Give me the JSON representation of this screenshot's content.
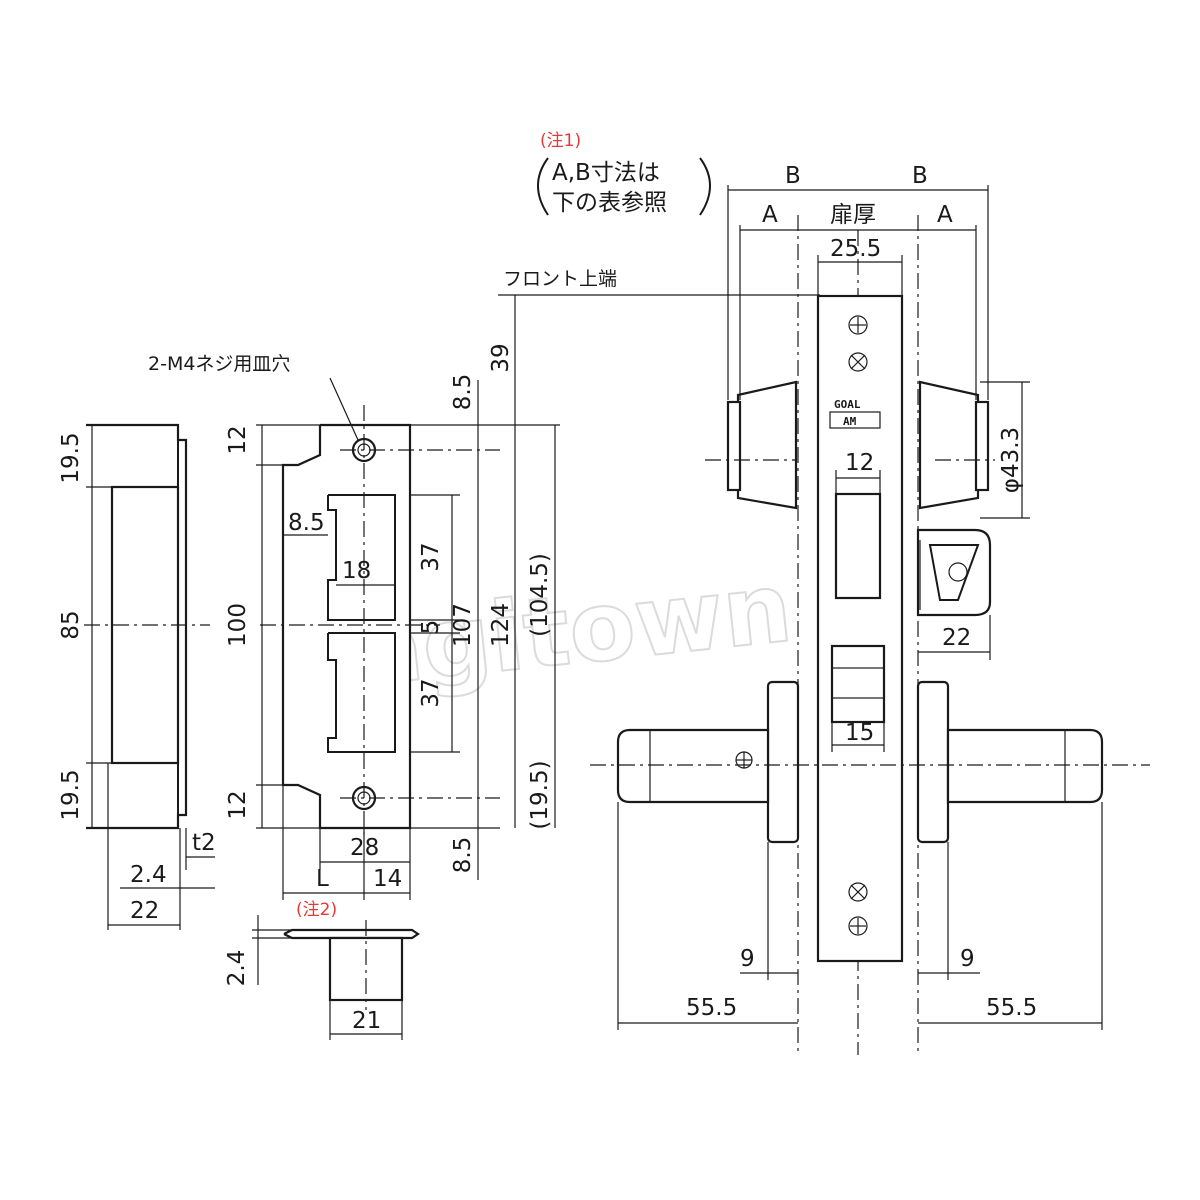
{
  "notes": {
    "note1": "(注1)",
    "note2": "(注2)",
    "ab_line1": "A,B寸法は",
    "ab_line2": "下の表参照"
  },
  "labels": {
    "screw_holes": "2-M4ネジ用皿穴",
    "front_top": "フロント上端",
    "door_thickness": "扉厚",
    "A": "A",
    "B": "B",
    "L": "L",
    "t2": "t2",
    "phi": "φ43.3"
  },
  "dimensions": {
    "d19_5": "19.5",
    "d85": "85",
    "d2_4": "2.4",
    "d22": "22",
    "d12": "12",
    "d100": "100",
    "d8_5": "8.5",
    "d18": "18",
    "d37": "37",
    "d5": "5",
    "d107": "107",
    "d124": "124",
    "d104_5p": "(104.5)",
    "d19_5p": "(19.5)",
    "d39": "39",
    "d28": "28",
    "d14": "14",
    "d21": "21",
    "d25_5": "25.5",
    "d15": "15",
    "d9": "9",
    "d55_5": "55.5"
  },
  "logo": {
    "line1": "GOAL",
    "line2": "AM"
  },
  "watermark": "kagitown"
}
